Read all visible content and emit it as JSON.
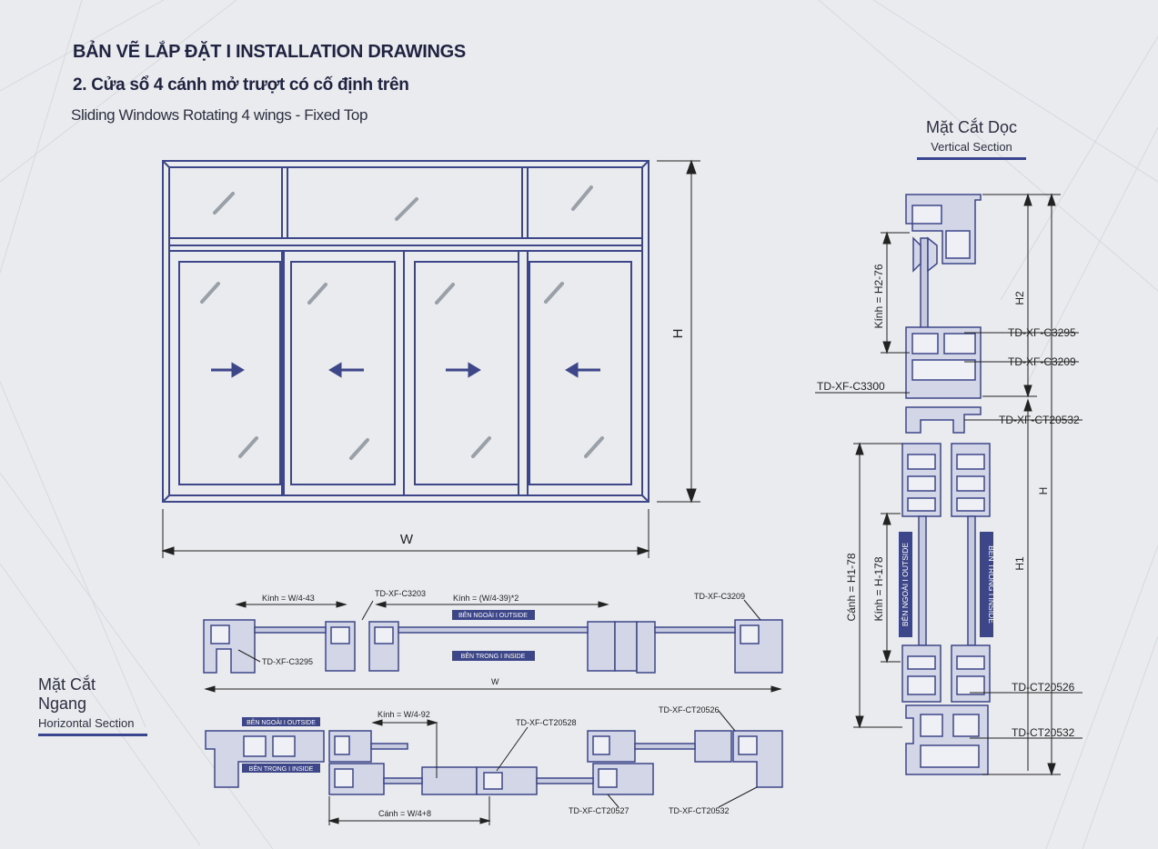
{
  "header": {
    "title": "BẢN VẼ LẮP ĐẶT  I  INSTALLATION DRAWINGS",
    "subtitle": "2. Cửa sổ 4 cánh mở trượt có cố định trên",
    "description": "Sliding Windows Rotating 4 wings - Fixed Top"
  },
  "vertical_section": {
    "title_vn": "Mặt Cắt Dọc",
    "title_en": "Vertical Section"
  },
  "horizontal_section": {
    "title_vn": "Mặt Cắt Ngang",
    "title_en": "Horizontal Section"
  },
  "elevation": {
    "dim_w": "W",
    "dim_h": "H"
  },
  "vertical_labels": {
    "glass_top": "Kính = H2-76",
    "h2": "H2",
    "h": "H",
    "h1": "H1",
    "sash": "Cánh = H1-78",
    "glass_bottom": "Kính = H-178",
    "outside": "BÊN NGOÀI  I OUTSIDE",
    "inside": "BÊN TRONG  I INSIDE",
    "codes": [
      "TD-XF-C3295",
      "TD-XF-C3209",
      "TD-XF-C3300",
      "TD-XF-CT20532",
      "TD-CT20526",
      "TD-CT20532"
    ]
  },
  "horizontal_top": {
    "glass_left": "Kính = W/4-43",
    "glass_mid": "Kính = (W/4-39)*2",
    "code_c3203": "TD-XF-C3203",
    "code_c3209": "TD-XF-C3209",
    "code_c3295": "TD-XF-C3295",
    "outside": "BÊN NGOÀI  I OUTSIDE",
    "inside": "BÊN TRONG  I INSIDE",
    "w": "W"
  },
  "horizontal_bottom": {
    "outside": "BÊN NGOÀI  I OUTSIDE",
    "inside": "BÊN TRONG  I INSIDE",
    "glass": "Kính = W/4-92",
    "sash": "Cánh = W/4+8",
    "code_20528": "TD-XF-CT20528",
    "code_20526": "TD-XF-CT20526",
    "code_20527": "TD-XF-CT20527",
    "code_20532": "TD-XF-CT20532"
  },
  "colors": {
    "profile": "#3d4688",
    "accent": "#3a4590",
    "text": "#1f2340"
  }
}
